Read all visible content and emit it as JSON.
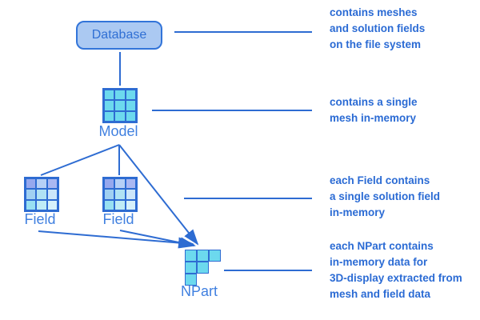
{
  "colors": {
    "line": "#2e6cd2",
    "annotation_text": "#2b6bd4",
    "node_label": "#4080e0",
    "database_fill": "#abc9f2",
    "database_border": "#3274d9",
    "grid_cell_cyan": "#6cd9ee"
  },
  "nodes": {
    "database": {
      "label": "Database"
    },
    "model": {
      "label": "Model"
    },
    "field1": {
      "label": "Field"
    },
    "field2": {
      "label": "Field"
    },
    "npart": {
      "label": "NPart"
    }
  },
  "annotations": [
    {
      "target": "database",
      "lines": [
        "contains meshes",
        "and solution fields",
        "on the file system"
      ]
    },
    {
      "target": "model",
      "lines": [
        "contains a single",
        "mesh in-memory"
      ]
    },
    {
      "target": "field",
      "lines": [
        "each Field contains",
        "a single solution field",
        "in-memory"
      ]
    },
    {
      "target": "npart",
      "lines": [
        "each NPart contains",
        "in-memory data for",
        "3D-display extracted from",
        "mesh and field data"
      ]
    }
  ]
}
